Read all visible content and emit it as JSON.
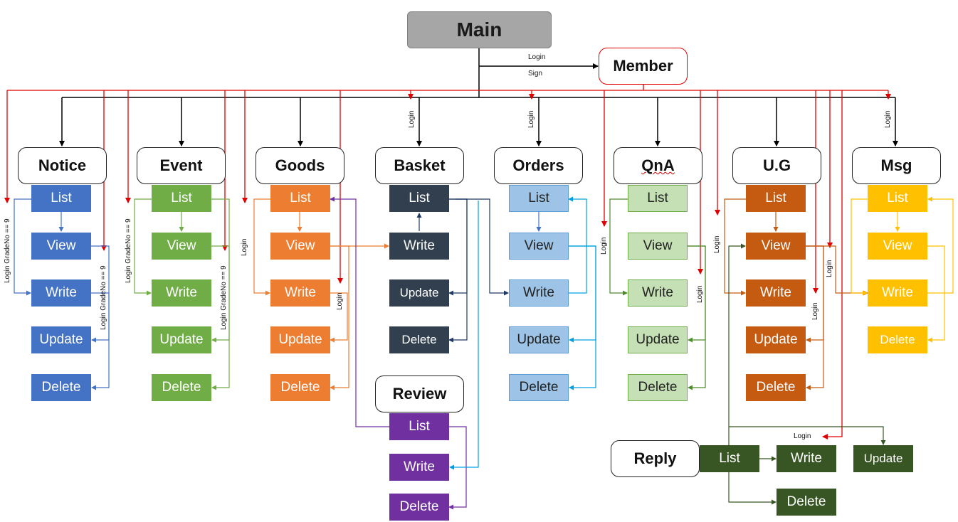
{
  "nodes": {
    "main": "Main",
    "member": "Member",
    "review": "Review",
    "reply": "Reply"
  },
  "edge_labels": {
    "login": "Login",
    "sign": "Sign",
    "login_grade": "Login GradeNo == 9"
  },
  "modules": [
    {
      "name": "Notice",
      "actions": [
        "List",
        "View",
        "Write",
        "Update",
        "Delete"
      ]
    },
    {
      "name": "Event",
      "actions": [
        "List",
        "View",
        "Write",
        "Update",
        "Delete"
      ]
    },
    {
      "name": "Goods",
      "actions": [
        "List",
        "View",
        "Write",
        "Update",
        "Delete"
      ]
    },
    {
      "name": "Basket",
      "actions": [
        "List",
        "Write",
        "Update",
        "Delete"
      ]
    },
    {
      "name": "Orders",
      "actions": [
        "List",
        "View",
        "Write",
        "Update",
        "Delete"
      ]
    },
    {
      "name": "QnA",
      "actions": [
        "List",
        "View",
        "Write",
        "Update",
        "Delete"
      ]
    },
    {
      "name": "U.G",
      "actions": [
        "List",
        "View",
        "Write",
        "Update",
        "Delete"
      ]
    },
    {
      "name": "Msg",
      "actions": [
        "List",
        "View",
        "Write",
        "Delete"
      ]
    }
  ],
  "review_actions": [
    "List",
    "Write",
    "Delete"
  ],
  "reply_actions": [
    "List",
    "Write",
    "Update",
    "Delete"
  ],
  "colors": {
    "notice": "#4472c4",
    "event": "#70ad47",
    "goods": "#ed7d31",
    "basket": "#323f4f",
    "orders": "#9dc3e6",
    "qna": "#c5e0b4",
    "ug": "#c55a11",
    "msg": "#ffc000",
    "review": "#7030a0",
    "reply": "#375623",
    "main": "#a6a6a6",
    "wire_black": "#000000",
    "wire_red": "#e00000"
  }
}
